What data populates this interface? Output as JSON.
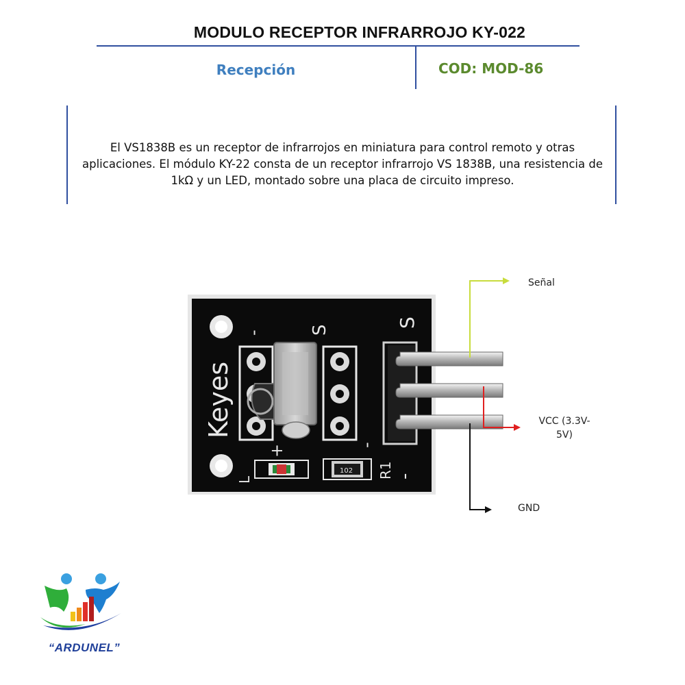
{
  "header": {
    "title": "MODULO RECEPTOR INFRARROJO KY-022",
    "category": "Recepción",
    "code": "COD: MOD-86"
  },
  "description": "El VS1838B es un receptor de infrarrojos en miniatura para control remoto y otras aplicaciones. El módulo KY-22 consta de un receptor infrarrojo VS 1838B, una resistencia de 1kΩ y un LED, montado sobre una placa de circuito impreso.",
  "board": {
    "brand_text": "Keyes",
    "silkscreen": {
      "minus_top": "-",
      "s_top": "S",
      "s_header": "S",
      "minus_right": "-",
      "plus": "+",
      "minus_bottom": "-",
      "r1": "R1",
      "l": "L",
      "resistor_code": "102"
    }
  },
  "pins": {
    "signal": "Señal",
    "vcc_line1": "VCC (3.3V-",
    "vcc_line2": "5V)",
    "gnd": "GND"
  },
  "logo": {
    "brand": "“ARDUNEL”"
  },
  "colors": {
    "accent_blue": "#2f4f9f",
    "category_blue": "#3f7fbf",
    "code_green": "#5b8a2e",
    "signal_line": "#c8dc3c",
    "vcc_line": "#e02020",
    "gnd_line": "#111111"
  }
}
